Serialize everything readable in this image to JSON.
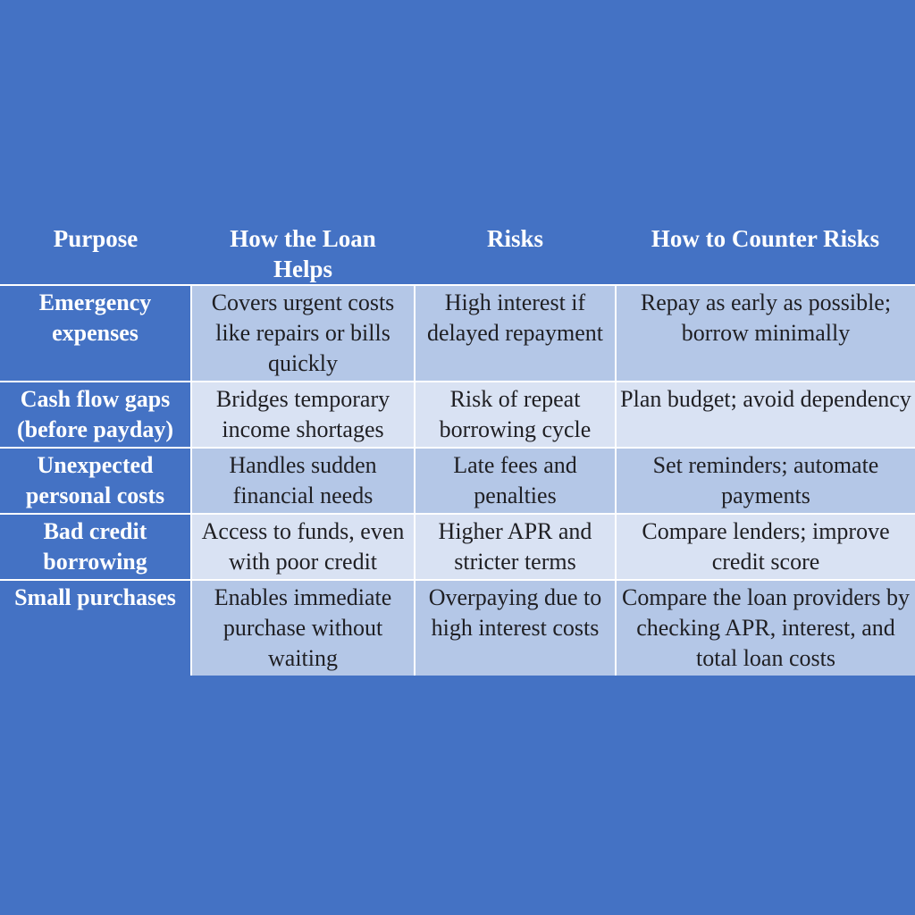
{
  "colors": {
    "page_bg": "#4472C4",
    "band_dark": "#B4C7E7",
    "band_light": "#D9E2F3",
    "grid": "#FFFFFF",
    "text_dark": "#1F1F23",
    "text_light": "#FFFFFF"
  },
  "table": {
    "headers": [
      "Purpose",
      "How the Loan Helps",
      "Risks",
      "How to Counter Risks"
    ],
    "rows": [
      {
        "purpose": "Emergency expenses",
        "helps": "Covers urgent costs like repairs or bills quickly",
        "risks": "High interest if delayed repayment",
        "counter": "Repay as early as possible; borrow minimally"
      },
      {
        "purpose": "Cash flow gaps (before payday)",
        "helps": "Bridges temporary income shortages",
        "risks": "Risk of repeat borrowing cycle",
        "counter": "Plan budget; avoid dependency"
      },
      {
        "purpose": "Unexpected personal costs",
        "helps": "Handles sudden financial needs",
        "risks": "Late fees and penalties",
        "counter": "Set reminders; automate payments"
      },
      {
        "purpose": "Bad credit borrowing",
        "helps": "Access to funds, even with poor credit",
        "risks": "Higher APR and stricter terms",
        "counter": "Compare lenders; improve credit score"
      },
      {
        "purpose": "Small purchases",
        "helps": "Enables immediate purchase without waiting",
        "risks": "Overpaying due to high interest costs",
        "counter": "Compare the loan providers by checking APR, interest, and total loan costs"
      }
    ]
  }
}
